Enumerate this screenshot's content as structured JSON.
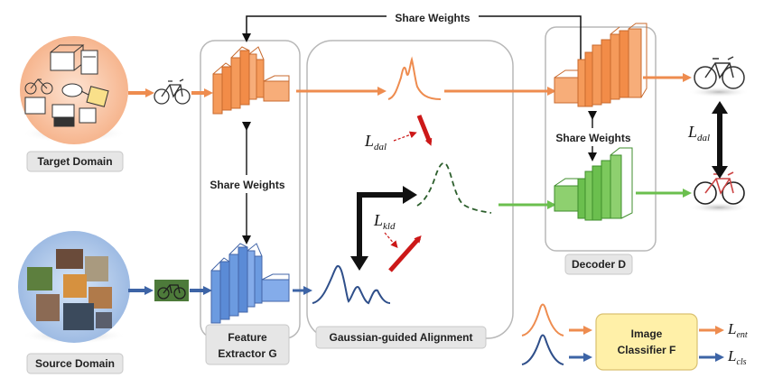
{
  "labels": {
    "share_weights_top": "Share Weights",
    "share_weights_mid": "Share Weights",
    "share_weights_right": "Share Weights",
    "target_domain": "Target Domain",
    "source_domain": "Source Domain",
    "feature_extractor_line1": "Feature",
    "feature_extractor_line2": "Extractor G",
    "gaussian_alignment": "Gaussian-guided Alignment",
    "decoder": "Decoder D",
    "classifier_line1": "Image",
    "classifier_line2": "Classifier F"
  },
  "losses": {
    "dal_1": {
      "base": "L",
      "sub": "dal"
    },
    "kld": {
      "base": "L",
      "sub": "kld"
    },
    "dal_2": {
      "base": "L",
      "sub": "dal"
    },
    "ent": {
      "base": "L",
      "sub": "ent"
    },
    "cls": {
      "base": "L",
      "sub": "cls"
    }
  },
  "colors": {
    "target": "#ee8c4f",
    "source": "#4a74b4",
    "decoder_green": "#6bbf4e",
    "classifier_fill": "#fff0a8",
    "loss_arrow": "#cc1818"
  }
}
